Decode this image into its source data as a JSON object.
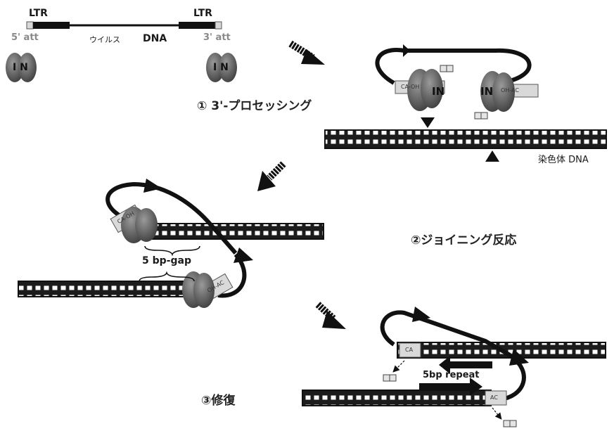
{
  "top": {
    "ltr_left": "LTR",
    "ltr_right": "LTR",
    "att5": "5' att",
    "att3": "3' att",
    "viral_dna_kana": "ウイルス",
    "viral_dna_en": "DNA",
    "in_left": "I N",
    "in_right": "I N"
  },
  "steps": {
    "s1": "① 3'-プロセッシング",
    "s2": "②ジョイニング反応",
    "s3": "③修復"
  },
  "panel1": {
    "ca_oh": "CA-OH",
    "in_a": "IN",
    "in_b": "IN",
    "oh_ac": "OH-AC",
    "chrom_label": "染色体 DNA"
  },
  "panel2": {
    "ca_oh": "CA-OH",
    "oh_ac": "OH-AC",
    "gap": "5 bp-gap"
  },
  "panel3": {
    "ca": "CA",
    "ac": "AC",
    "repeat": "5bp repeat"
  }
}
